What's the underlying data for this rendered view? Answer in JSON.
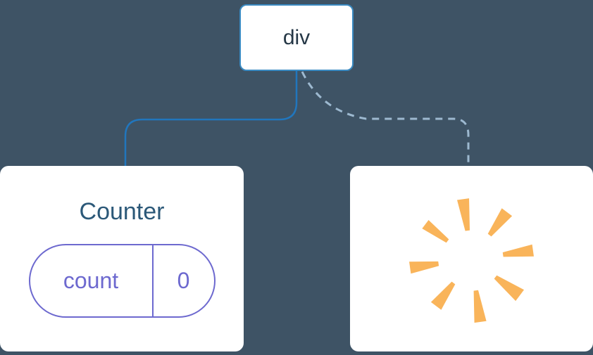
{
  "diagram": {
    "root": {
      "label": "div"
    },
    "counter": {
      "title": "Counter",
      "state": {
        "key": "count",
        "value": "0"
      }
    },
    "removed": {
      "icon": "poof-burst-icon"
    },
    "connectors": {
      "kept": "solid",
      "removed": "dashed"
    }
  },
  "colors": {
    "background": "#3e5365",
    "node_fill": "#ffffff",
    "root_border": "#3a8ac2",
    "root_label_color": "#253746",
    "solid_connector": "#2176bd",
    "dashed_connector": "#9db9d0",
    "counter_title": "#2b5878",
    "state_accent": "#6d69cf",
    "poof_orange": "#f9b45a"
  }
}
